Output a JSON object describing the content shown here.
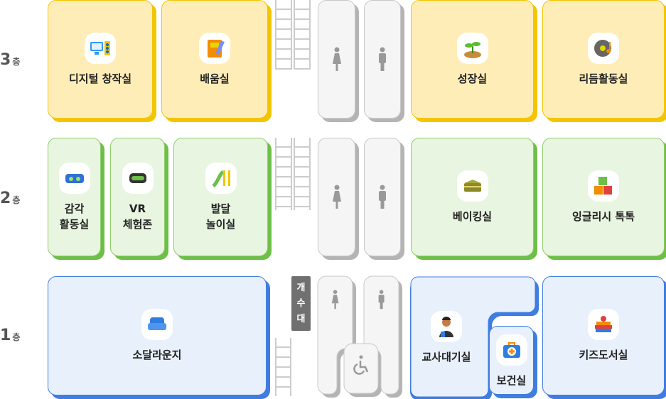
{
  "floors": [
    {
      "num": "3",
      "unit": "층"
    },
    {
      "num": "2",
      "unit": "층"
    },
    {
      "num": "1",
      "unit": "층"
    }
  ],
  "rooms": {
    "digital": "디지털 창작실",
    "learning": "배움실",
    "growth": "성장실",
    "rhythm": "리듬활동실",
    "sensory": [
      "감각",
      "활동실"
    ],
    "vr": [
      "VR",
      "체험존"
    ],
    "develop": [
      "발달",
      "놀이실"
    ],
    "baking": "베이킹실",
    "english": "잉글리시 톡톡",
    "lounge": "소달라운지",
    "teachers": "교사대기실",
    "nurse": "보건실",
    "library": "키즈도서실"
  },
  "sink": [
    "개",
    "수",
    "대"
  ],
  "colors": {
    "floor3": "#f3c500",
    "floor2": "#6cbf47",
    "floor1": "#3f7de0",
    "restroom": "#b4b4b4"
  }
}
